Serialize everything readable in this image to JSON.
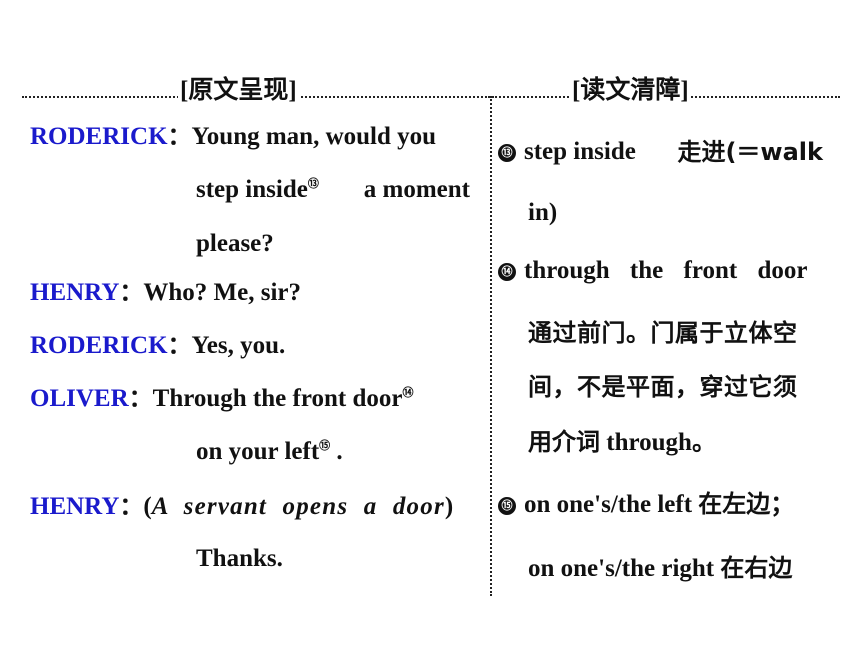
{
  "headers": {
    "original": "[原文呈现]",
    "notes": "[读文清障]"
  },
  "dialogue": [
    {
      "speaker": "RODERICK",
      "colon": "：",
      "line1": "Young man, would you",
      "line2a": "step inside",
      "sup2": "⑬",
      "line2b": "a moment",
      "line3": "please?"
    },
    {
      "speaker": "HENRY",
      "colon": "：",
      "line1": "Who? Me, sir?"
    },
    {
      "speaker": "RODERICK",
      "colon": "：",
      "line1": "Yes, you."
    },
    {
      "speaker": "OLIVER",
      "colon": "：",
      "line1": "Through the front door",
      "sup1": "⑭",
      "line2": "on your left",
      "sup2": "⑮",
      "line2end": " ."
    },
    {
      "speaker": "HENRY",
      "colon": "：",
      "paren_open": "(",
      "stage": "A servant opens a door",
      "paren_close": ")",
      "line2": "Thanks."
    }
  ],
  "notes": [
    {
      "num": "⑬",
      "text1_en": "step inside",
      "text1_cn": "走进(＝walk",
      "text2": "in)"
    },
    {
      "num": "⑭",
      "text1": "through the front door",
      "text2": "通过前门。门属于立体空",
      "text3": "间，不是平面，穿过它须",
      "text4a": "用介词",
      "text4b": "through",
      "text4c": "。"
    },
    {
      "num": "⑮",
      "text1_en": "on one's/the left",
      "text1_cn": "在左边；",
      "text2_en": "on one's/the right",
      "text2_cn": "在右边"
    }
  ]
}
